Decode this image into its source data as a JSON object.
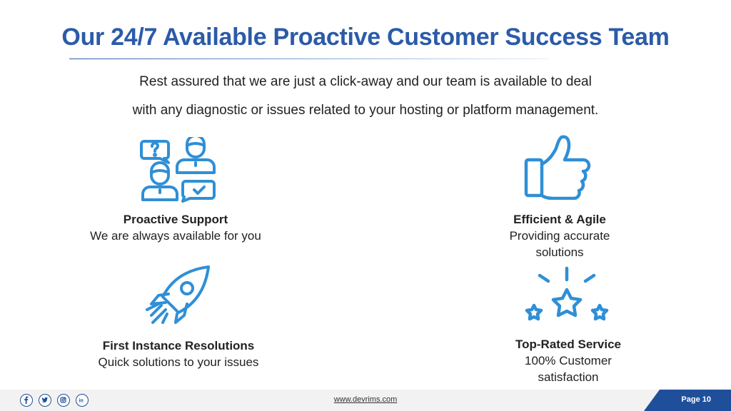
{
  "slide": {
    "title": "Our 24/7 Available Proactive Customer Success Team",
    "intro_line1": "Rest assured that we are just a click-away and our team is available to deal",
    "intro_line2": "with any diagnostic or issues related to your hosting or platform management."
  },
  "features": [
    {
      "title": "Proactive Support",
      "desc": "We are always available for you",
      "icon": "support-team-icon"
    },
    {
      "title": "Efficient & Agile",
      "desc_line1": "Providing accurate",
      "desc_line2": "solutions",
      "icon": "thumbs-up-icon"
    },
    {
      "title": "First Instance Resolutions",
      "desc": "Quick solutions to your issues",
      "icon": "rocket-icon"
    },
    {
      "title": "Top-Rated Service",
      "desc_line1": "100% Customer",
      "desc_line2": "satisfaction",
      "icon": "stars-icon"
    }
  ],
  "footer": {
    "url": "www.devrims.com",
    "page_label": "Page 10",
    "social_icons": [
      "facebook-icon",
      "twitter-icon",
      "instagram-icon",
      "linkedin-icon"
    ]
  },
  "colors": {
    "title": "#2b5ba8",
    "icon": "#2f8fd6",
    "footer_accent": "#1f4f9a"
  }
}
